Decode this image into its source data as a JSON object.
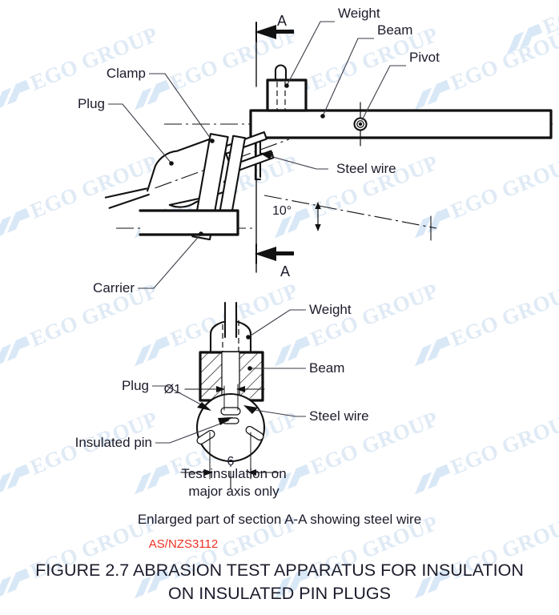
{
  "figure": {
    "caption": "Enlarged part of section A-A showing steel wire",
    "standard": "AS/NZS3112",
    "title_line1": "FIGURE  2.7   ABRASION TEST APPARATUS FOR INSULATION",
    "title_line2": "ON INSULATED PIN PLUGS"
  },
  "upper_view": {
    "labels": {
      "weight": "Weight",
      "beam": "Beam",
      "pivot": "Pivot",
      "steel_wire": "Steel wire",
      "clamp": "Clamp",
      "plug": "Plug",
      "carrier": "Carrier"
    },
    "section_marker_top": "A",
    "section_marker_bottom": "A",
    "angle_dimension": "10°"
  },
  "lower_view": {
    "labels": {
      "weight": "Weight",
      "beam": "Beam",
      "steel_wire": "Steel wire",
      "plug": "Plug",
      "insulated_pin": "Insulated pin"
    },
    "dimensions": {
      "wire_diameter": "Ø1",
      "pin_spacing": "6"
    },
    "note_line1": "Test insulation on",
    "note_line2": "major axis only"
  },
  "watermark": {
    "text": "EGO GROUP",
    "color": "#dfeaf5"
  },
  "colors": {
    "line": "#111111",
    "leader": "#3a3a46",
    "text": "#1b1b2b",
    "standard_red": "#ee3124",
    "watermark": "#dfeaf5",
    "background": "#ffffff"
  }
}
